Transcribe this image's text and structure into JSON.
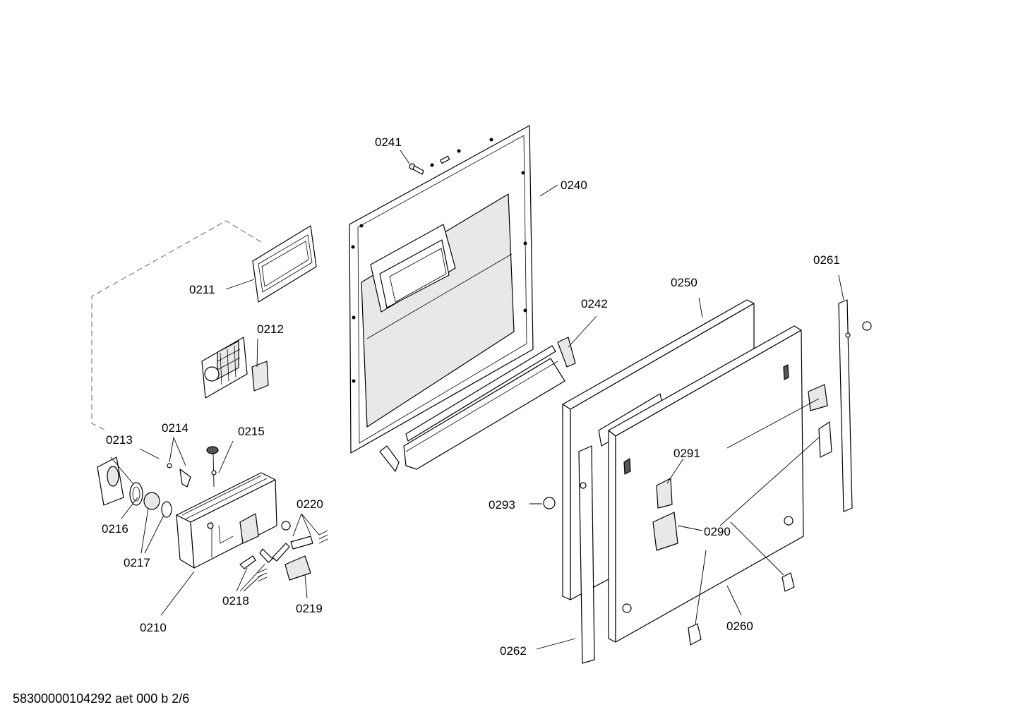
{
  "diagram": {
    "labels": {
      "p0241": "0241",
      "p0240": "0240",
      "p0211": "0211",
      "p0212": "0212",
      "p0242": "0242",
      "p0250": "0250",
      "p0261": "0261",
      "p0213": "0213",
      "p0214": "0214",
      "p0215": "0215",
      "p0216": "0216",
      "p0217": "0217",
      "p0220": "0220",
      "p0218": "0218",
      "p0219": "0219",
      "p0210": "0210",
      "p0291": "0291",
      "p0293": "0293",
      "p0290": "0290",
      "p0260": "0260",
      "p0262": "0262"
    },
    "footer": "58300000104292 aet 000 b 2/6"
  }
}
